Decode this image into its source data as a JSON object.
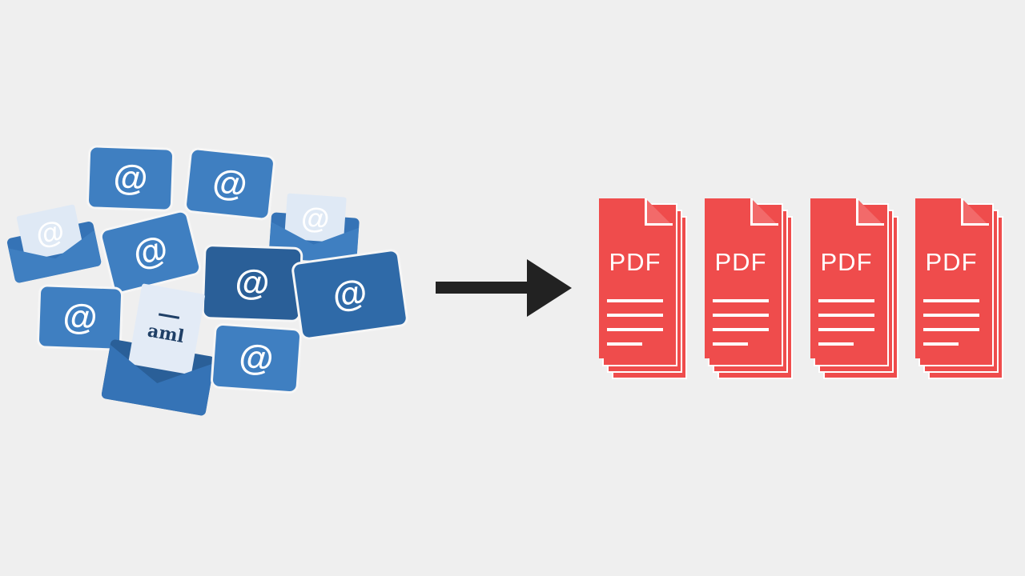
{
  "emails": {
    "at_symbol": "@",
    "letter_text": "aml",
    "colors": {
      "light": "#3f7fc1",
      "mid": "#2f6aa8",
      "dark": "#2a5f98",
      "paper": "#dfe9f5"
    }
  },
  "arrow": {
    "color": "#222222"
  },
  "pdfs": {
    "label": "PDF",
    "color": "#ef4c4c",
    "items": [
      {
        "label": "PDF"
      },
      {
        "label": "PDF"
      },
      {
        "label": "PDF"
      },
      {
        "label": "PDF"
      }
    ]
  }
}
